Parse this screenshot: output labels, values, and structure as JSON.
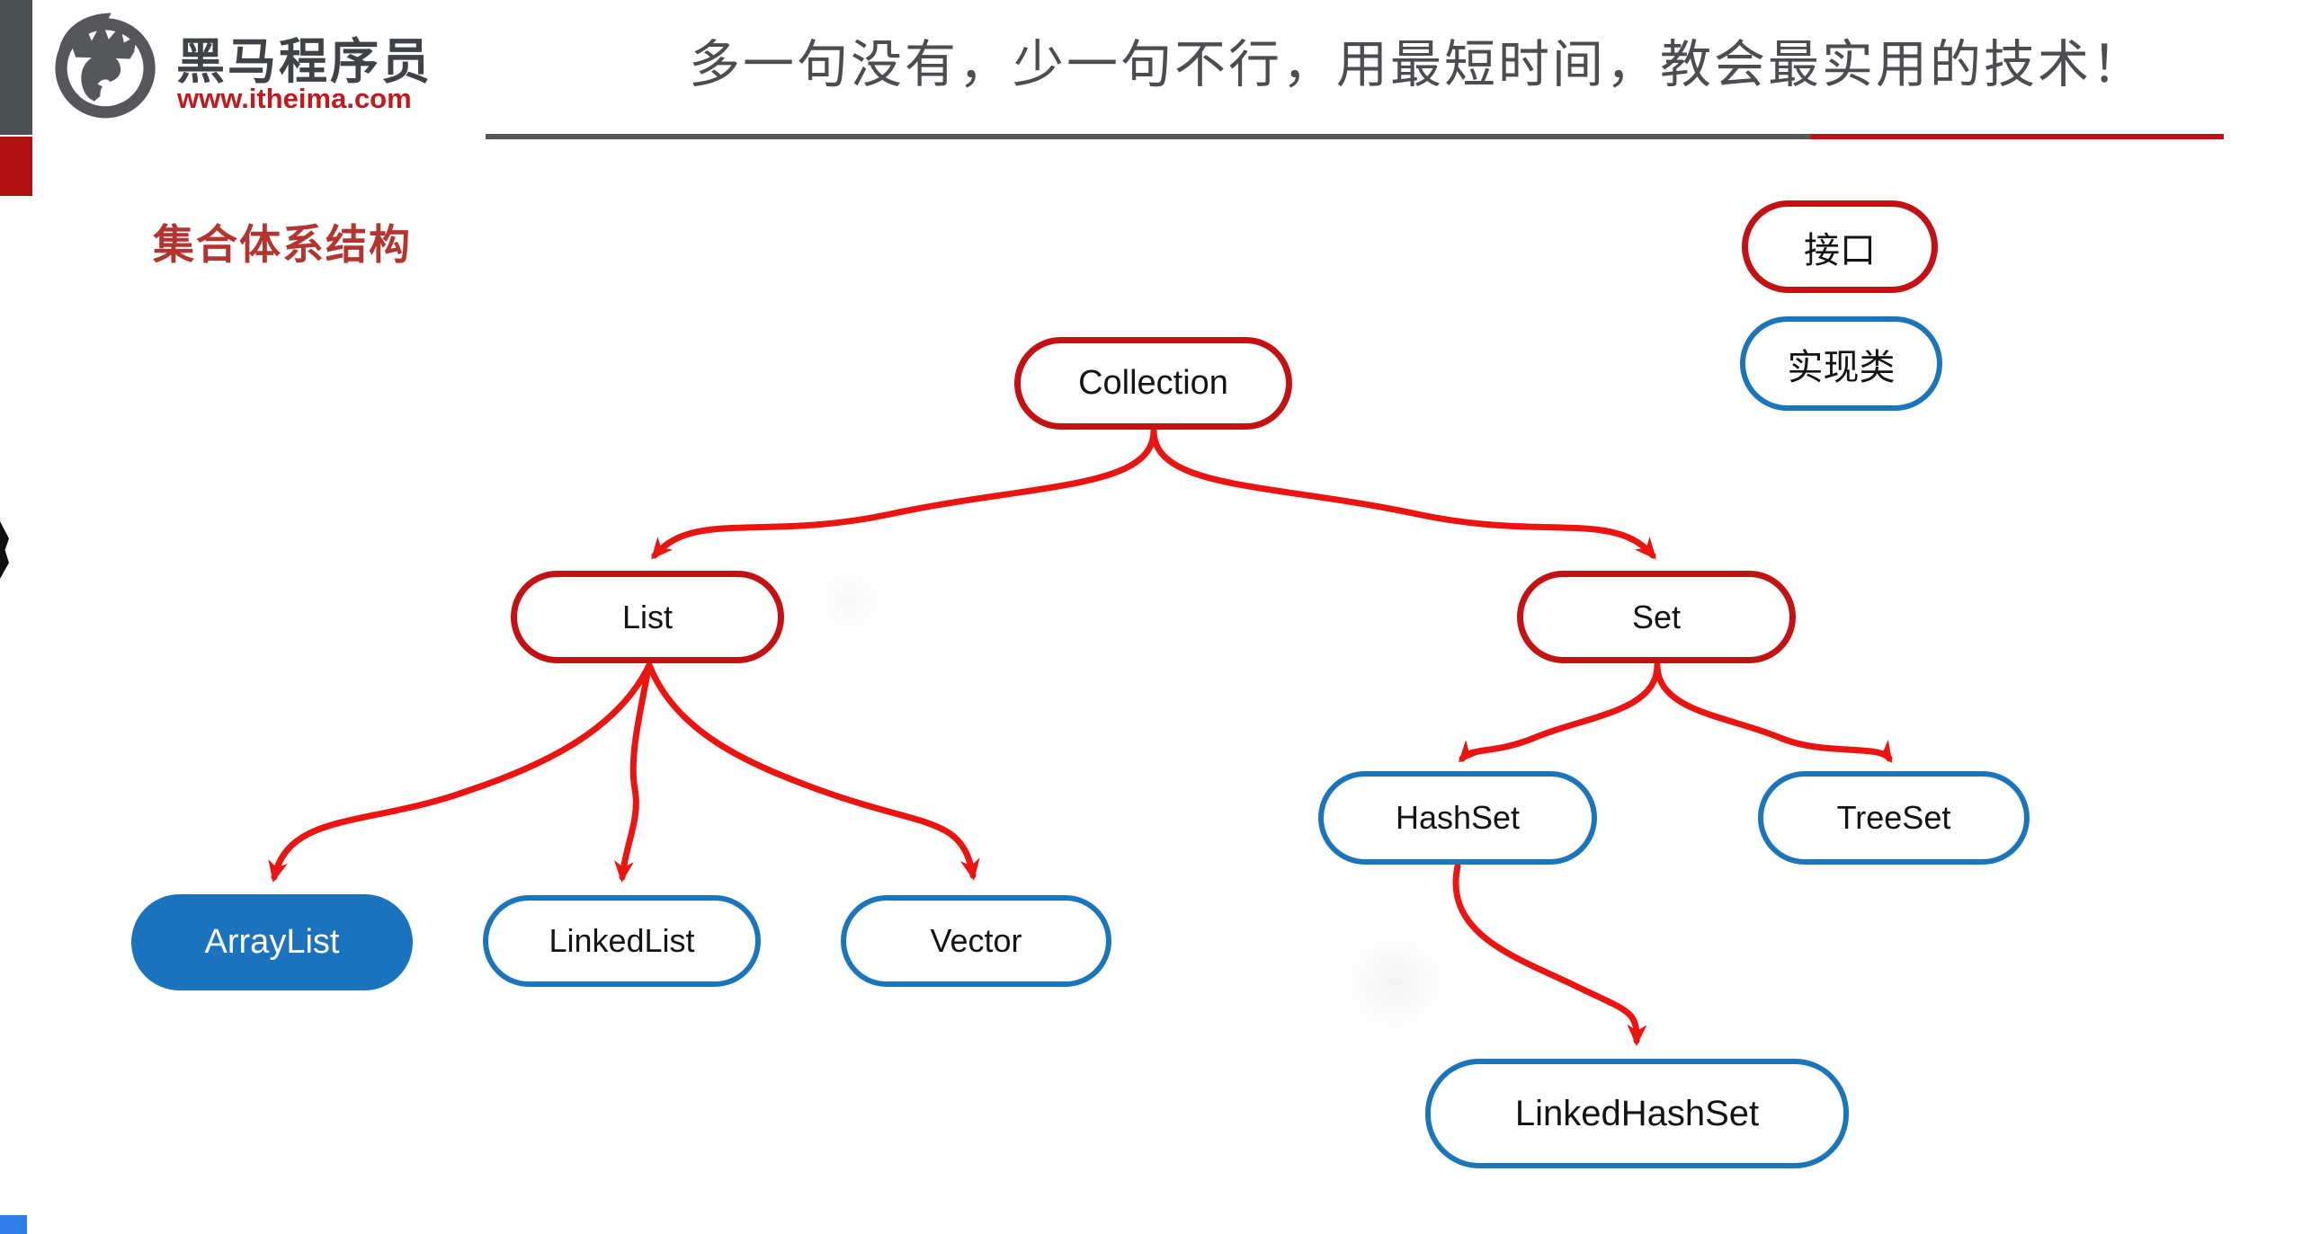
{
  "header": {
    "brand_name": "黑马程序员",
    "brand_url": "www.itheima.com",
    "slogan": "多一句没有，少一句不行，用最短时间，教会最实用的技术！"
  },
  "page": {
    "title": "集合体系结构"
  },
  "legend": {
    "interface_label": "接口",
    "class_label": "实现类"
  },
  "colors": {
    "interface_border_red": "#c41114",
    "class_border_blue": "#1b75bb",
    "highlighted_fill_blue": "#1a73bc",
    "arrow_red": "#eb1410",
    "title_red": "#b43530",
    "brand_url_red": "#c2191d",
    "brand_text_gray": "#3f4347"
  },
  "icons": {
    "logo": "horse-in-circle"
  },
  "diagram": {
    "nodes": [
      {
        "id": "collection",
        "label": "Collection",
        "kind": "interface"
      },
      {
        "id": "list",
        "label": "List",
        "kind": "interface"
      },
      {
        "id": "set",
        "label": "Set",
        "kind": "interface"
      },
      {
        "id": "arraylist",
        "label": "ArrayList",
        "kind": "class-highlighted"
      },
      {
        "id": "linkedlist",
        "label": "LinkedList",
        "kind": "class"
      },
      {
        "id": "vector",
        "label": "Vector",
        "kind": "class"
      },
      {
        "id": "hashset",
        "label": "HashSet",
        "kind": "class"
      },
      {
        "id": "treeset",
        "label": "TreeSet",
        "kind": "class"
      },
      {
        "id": "linkedhashset",
        "label": "LinkedHashSet",
        "kind": "class"
      }
    ],
    "edges": [
      {
        "from": "Collection",
        "to": "List"
      },
      {
        "from": "Collection",
        "to": "Set"
      },
      {
        "from": "List",
        "to": "ArrayList"
      },
      {
        "from": "List",
        "to": "LinkedList"
      },
      {
        "from": "List",
        "to": "Vector"
      },
      {
        "from": "Set",
        "to": "HashSet"
      },
      {
        "from": "Set",
        "to": "TreeSet"
      },
      {
        "from": "HashSet",
        "to": "LinkedHashSet"
      }
    ]
  }
}
